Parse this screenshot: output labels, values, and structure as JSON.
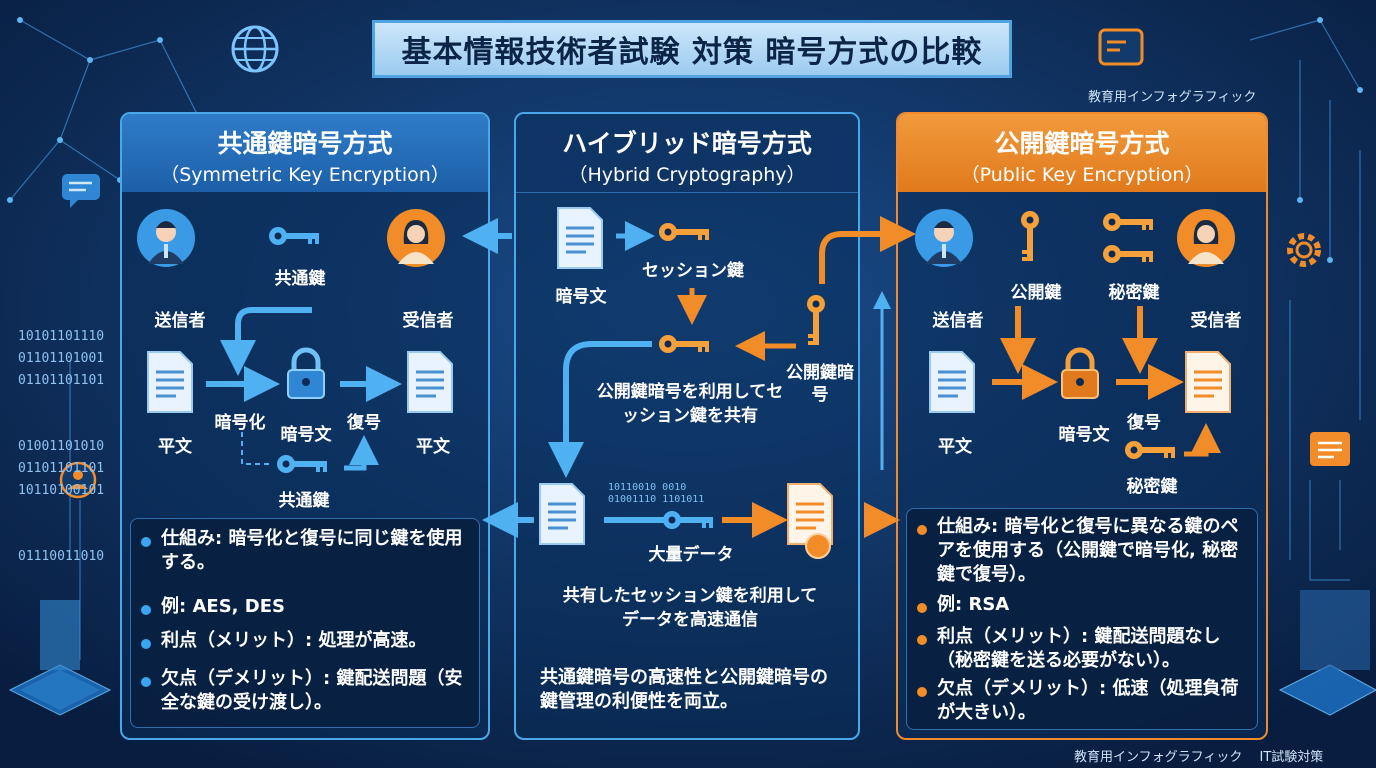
{
  "title": "基本情報技術者試験 対策 暗号方式の比較",
  "corner_label": "教育用インフォグラフィック",
  "footer": "教育用インフォグラフィック　 IT試験対策",
  "binary_lines": [
    "10101101110",
    "01101101001",
    "01101101101",
    "01001101010",
    "01101101101",
    "10110100101",
    "01110011010"
  ],
  "symmetric": {
    "title": "共通鍵暗号方式",
    "subtitle": "（Symmetric Key Encryption）",
    "sender": "送信者",
    "receiver": "受信者",
    "shared_key_top": "共通鍵",
    "shared_key_bottom": "共通鍵",
    "plaintext_left": "平文",
    "encrypt": "暗号化",
    "ciphertext": "暗号文",
    "decrypt": "復号",
    "plaintext_right": "平文",
    "bullets": [
      "仕組み: 暗号化と復号に同じ鍵を使用する。",
      "例: AES, DES",
      "利点（メリット）: 処理が高速。",
      "欠点（デメリット）: 鍵配送問題（安全な鍵の受け渡し）。"
    ]
  },
  "hybrid": {
    "title": "ハイブリッド暗号方式",
    "subtitle": "（Hybrid Cryptography）",
    "ciphertext": "暗号文",
    "session_key": "セッション鍵",
    "public_key_encrypt": "公開鍵暗号",
    "share_caption": "公開鍵暗号を利用してセッション鍵を共有",
    "bulk_data": "大量データ",
    "comm_caption": "共有したセッション鍵を利用してデータを高速通信",
    "summary": "共通鍵暗号の高速性と公開鍵暗号の鍵管理の利便性を両立。"
  },
  "public": {
    "title": "公開鍵暗号方式",
    "subtitle": "（Public Key Encryption）",
    "sender": "送信者",
    "public_key": "公開鍵",
    "private_key": "秘密鍵",
    "receiver": "受信者",
    "plaintext": "平文",
    "ciphertext": "暗号文",
    "decrypt": "復号",
    "private_key_bottom": "秘密鍵",
    "bullets": [
      "仕組み: 暗号化と復号に異なる鍵のペアを使用する（公開鍵で暗号化, 秘密鍵で復号）。",
      "例: RSA",
      "利点（メリット）: 鍵配送問題なし（秘密鍵を送る必要がない）。",
      "欠点（デメリット）: 低速（処理負荷が大きい）。"
    ]
  },
  "colors": {
    "blue": "#39a6f0",
    "orange": "#f28c28",
    "navy": "#0d2a55"
  }
}
